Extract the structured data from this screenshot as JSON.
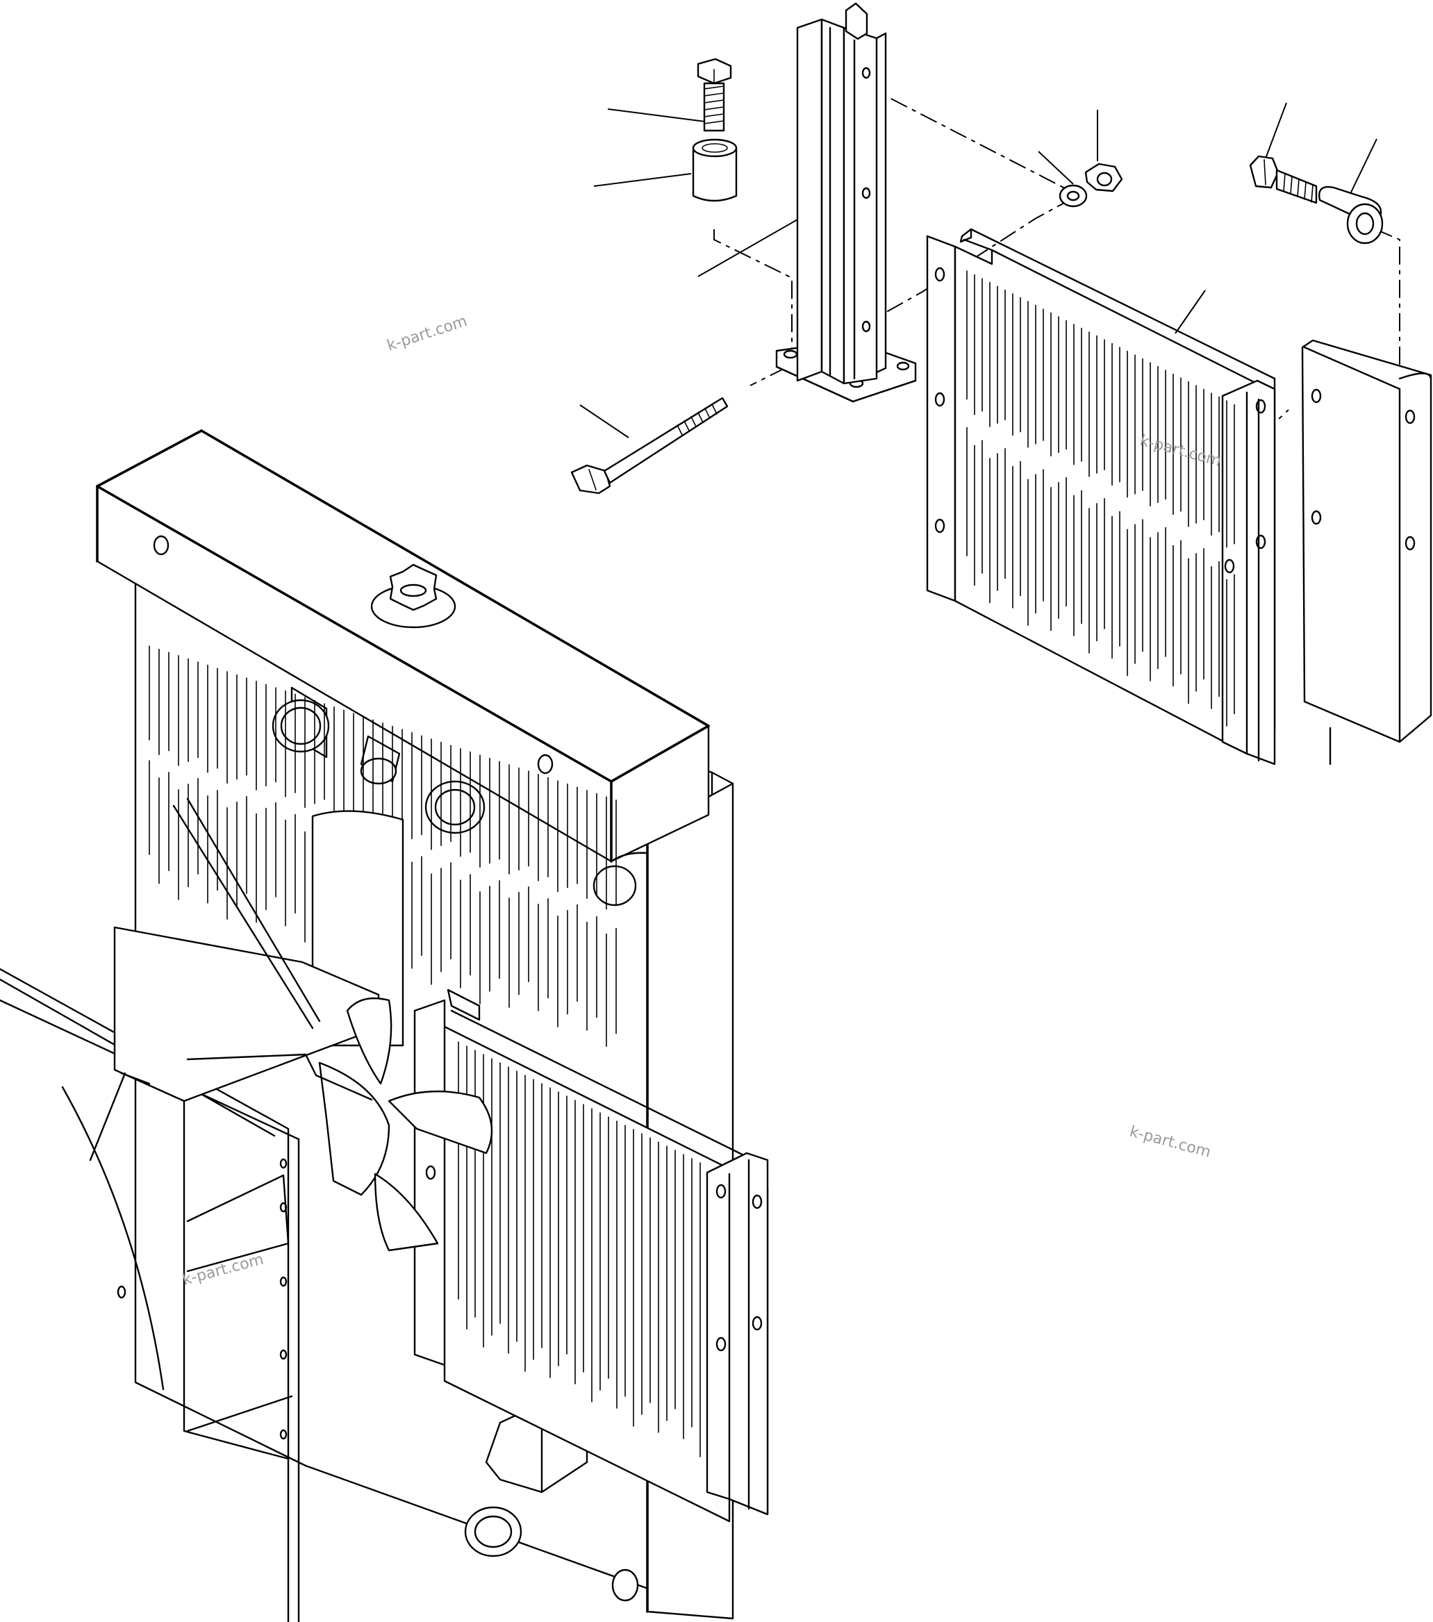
{
  "watermarks": [
    "k-part.com",
    "k-part.com",
    "k-part.com",
    "k-part.com"
  ],
  "icons": {
    "radiator": "radiator-core-icon",
    "oil_cooler": "oil-cooler-icon",
    "bracket": "support-bracket-icon",
    "bolts": "hex-bolt-icon",
    "nut": "hex-nut-icon",
    "washer": "washer-icon",
    "spacer": "spacer-collar-icon",
    "fan_shroud": "fan-shroud-icon",
    "cap": "radiator-cap-icon"
  },
  "colors": {
    "line": "#000000",
    "background": "#ffffff",
    "watermark": "#9a9a9a"
  }
}
